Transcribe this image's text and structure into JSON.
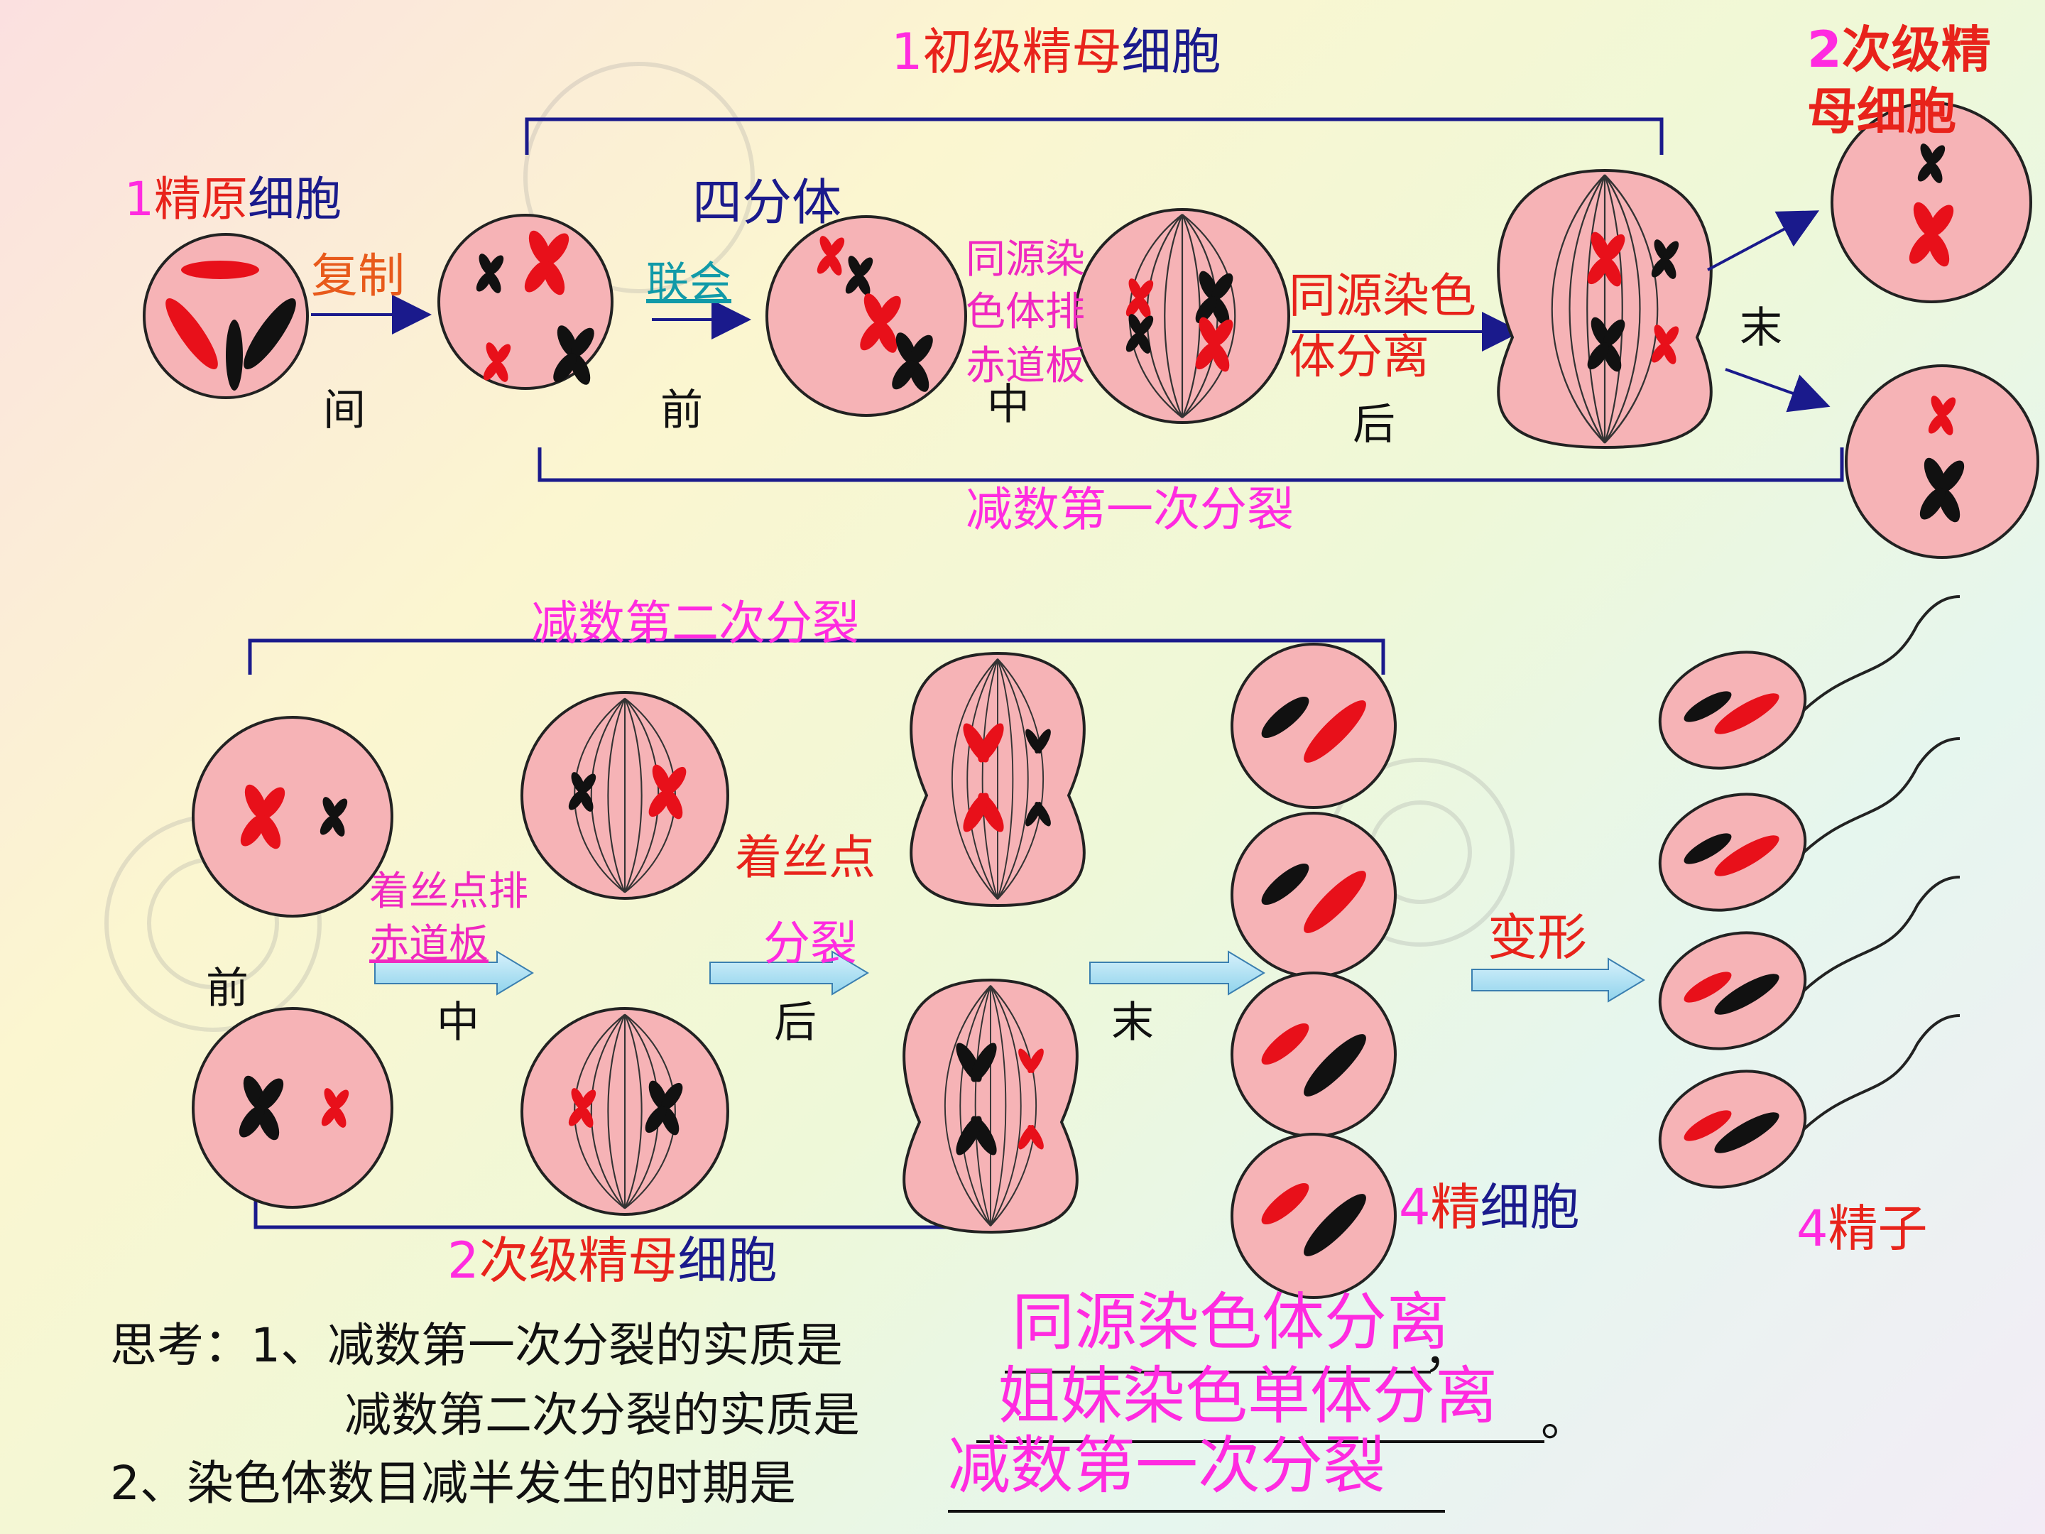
{
  "labels": {
    "primary_num": "1",
    "primary_text1": "初级精母",
    "primary_text2": "细胞",
    "secondary_num": "2",
    "secondary_text1": "次级精",
    "secondary_text2": "母细胞",
    "spermatogonium_num": "1",
    "spermatogonium_text1": "精原",
    "spermatogonium_text2": "细胞",
    "replicate": "复制",
    "tetrad": "四分体",
    "synapsis": "联会",
    "homolog_line1": "同源染",
    "homolog_line2": "色体排",
    "homolog_line3": "赤道板",
    "separate_line1": "同源染色",
    "separate_line2": "体分离",
    "end1": "末",
    "inter": "间",
    "pro1": "前",
    "meta1": "中",
    "ana1": "后",
    "meiosis1": "减数第一次分裂",
    "meiosis2": "减数第二次分裂",
    "centromere_line1": "着丝点排",
    "centromere_line2": "赤道板",
    "centromere_split1": "着丝点",
    "centromere_split2": "分裂",
    "transform": "变形",
    "pro2": "前",
    "meta2": "中",
    "ana2": "后",
    "end2": "末",
    "spermatid_num": "4",
    "spermatid_text1": "精",
    "spermatid_text2": "细胞",
    "sperm_num": "4",
    "sperm_text": "精子",
    "bottom_secondary_num": "2",
    "bottom_secondary_text1": "次级精母",
    "bottom_secondary_text2": "细胞"
  },
  "questions": {
    "q1_prefix": "思考：1、减数第一次分裂的实质是",
    "q1_answer": "同源染色体分离",
    "q1_suffix": "，",
    "q1b_prefix": "减数第二次分裂的实质是",
    "q1b_answer": "姐妹染色单体分离",
    "q1b_suffix": "。",
    "q2_prefix": "2、染色体数目减半发生的时期是",
    "q2_answer": "减数第一次分裂"
  },
  "colors": {
    "cell_fill": "#f6b3b6",
    "maternal_chromosome": "#e8101a",
    "paternal_chromosome": "#111111",
    "bracket_line": "#1a1a8c",
    "answer_text": "#ff2be0"
  }
}
